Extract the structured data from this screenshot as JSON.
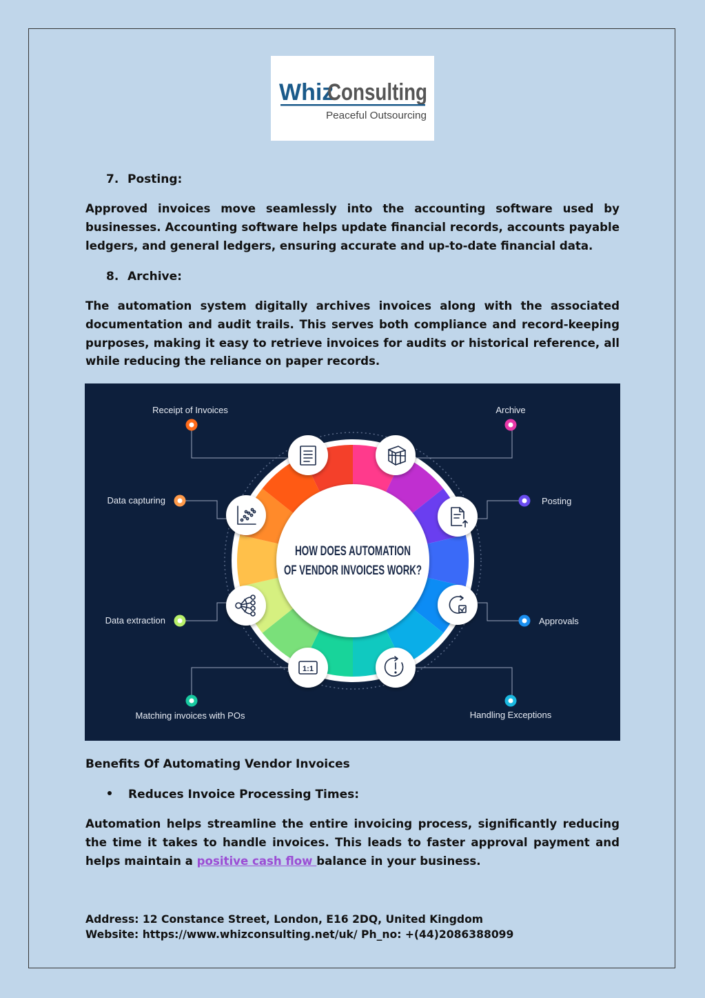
{
  "logo": {
    "brand_part1": "Whiz",
    "brand_part2": "Consulting",
    "tagline": "Peaceful Outsourcing"
  },
  "sections": [
    {
      "number": "7.",
      "title": "Posting:",
      "paragraph": "Approved invoices move seamlessly into the accounting software used by businesses. Accounting software helps update financial records, accounts payable ledgers, and general ledgers, ensuring accurate and up-to-date financial data."
    },
    {
      "number": "8.",
      "title": "Archive:",
      "paragraph": "The automation system digitally archives invoices along with the associated documentation and audit trails. This serves both compliance and record-keeping purposes, making it easy to retrieve invoices for audits or historical reference, all while reducing the reliance on paper records."
    }
  ],
  "infographic": {
    "center_line1": "HOW DOES AUTOMATION",
    "center_line2": "OF VENDOR INVOICES WORK?",
    "steps": [
      {
        "label": "Receipt of Invoices",
        "dot_color": "#ff6b1a",
        "icon": "document-list-icon"
      },
      {
        "label": "Archive",
        "dot_color": "#e838a8",
        "icon": "archive-cube-icon"
      },
      {
        "label": "Data capturing",
        "dot_color": "#ff9a4a",
        "icon": "scatter-chart-icon"
      },
      {
        "label": "Posting",
        "dot_color": "#6a4cf0",
        "icon": "upload-document-icon"
      },
      {
        "label": "Data extraction",
        "dot_color": "#b8f06a",
        "icon": "network-icon"
      },
      {
        "label": "Approvals",
        "dot_color": "#1a8ff0",
        "icon": "approval-check-icon"
      },
      {
        "label": "Matching invoices with POs",
        "dot_color": "#18c9a0",
        "icon": "one-to-one-icon"
      },
      {
        "label": "Handling Exceptions",
        "dot_color": "#1ab8e0",
        "icon": "exception-alert-icon"
      }
    ],
    "icon_one_to_one_text": "1:1"
  },
  "benefits": {
    "title": "Benefits Of Automating Vendor Invoices",
    "bullet": "Reduces Invoice Processing Times:",
    "para_before_link": "Automation helps streamline the entire invoicing process, significantly reducing the time it takes to handle invoices. This leads to faster approval payment and helps maintain a ",
    "link_text": "positive cash flow ",
    "para_after_link": "balance in your business."
  },
  "footer": {
    "address": "Address: 12 Constance Street, London, E16 2DQ, United Kingdom",
    "website": "Website: https://www.whizconsulting.net/uk/ Ph_no: +(44)2086388099"
  }
}
